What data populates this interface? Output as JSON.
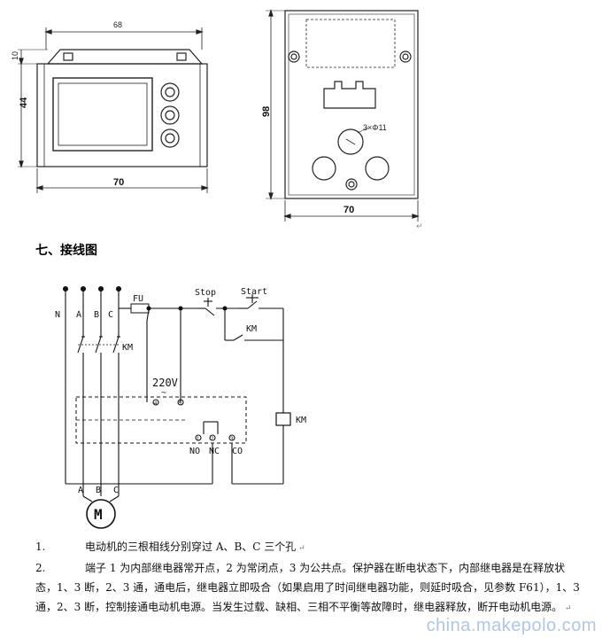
{
  "left_drawing": {
    "dim_width_top": "68",
    "dim_height_small": "10",
    "dim_height_main": "44",
    "dim_width_bottom": "70"
  },
  "right_drawing": {
    "dim_height": "98",
    "dim_width": "70",
    "hole_label": "3×Φ11"
  },
  "section_heading": "七、接线图",
  "wiring": {
    "labels": {
      "N": "N",
      "A": "A",
      "B": "B",
      "C": "C",
      "FU": "FU",
      "stop": "Stop",
      "start": "Start",
      "km1": "KM",
      "km2": "KM",
      "km3": "KM",
      "v220": "220V",
      "tilde": "~",
      "no": "NO",
      "nc": "NC",
      "co": "CO",
      "mA": "A",
      "mB": "B",
      "mC": "C",
      "motor": "M",
      "t1": "1",
      "t2": "2",
      "t3": "3",
      "t4": "4",
      "t5": "5"
    }
  },
  "notes": [
    {
      "num": "1.",
      "text": "电动机的三根相线分别穿过 A、B、C 三个孔"
    },
    {
      "num": "2.",
      "text": "端子 1 为内部继电器常开点，2 为常闭点，3 为公共点。保护器在断电状态下，内部继电器是在释放状态，1、3 断，2、3 通，通电后，继电器立即吸合（如果启用了时间继电器功能，则延时吸合，见参数 F61），1、3 通，2、3 断，控制接通电动机电源。当发生过载、缺相、三相不平衡等故障时，继电器释放，断开电动机电源。"
    }
  ],
  "watermark": "china.makepolo.com"
}
